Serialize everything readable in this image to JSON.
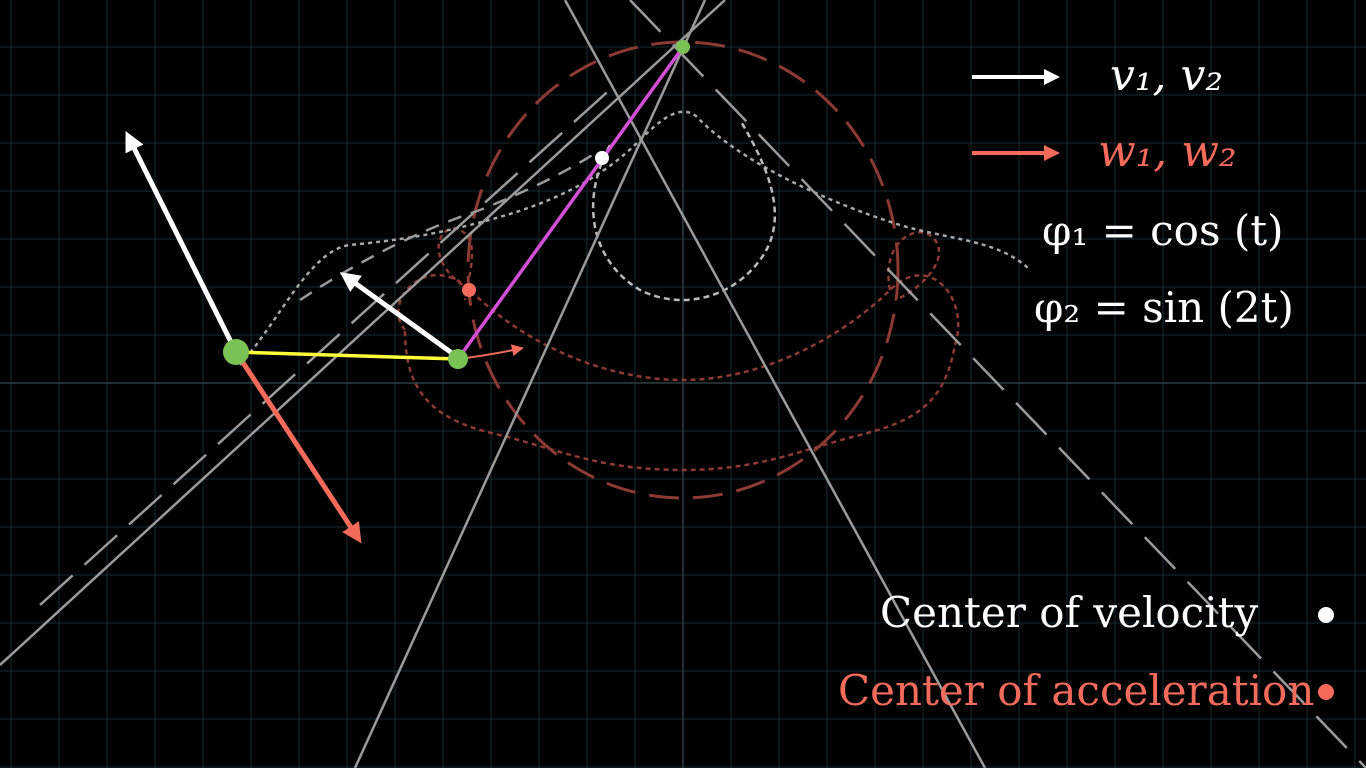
{
  "legend": {
    "v_label": "v₁, v₂",
    "w_label": "w₁, w₂"
  },
  "equations": {
    "phi1": "φ₁ = cos (t)",
    "phi2": "φ₂ = sin (2t)"
  },
  "centers": {
    "velocity_label": "Center of velocity",
    "acceleration_label": "Center of acceleration"
  },
  "colors": {
    "background": "#000000",
    "grid": "#1b2a2f",
    "velocity_vector": "#ffffff",
    "acceleration_vector": "#f46b5c",
    "link1": "#ffff3a",
    "link2": "#d24fd6",
    "joint": "#7bc254",
    "trace_red": "#8c3a33",
    "trace_gray": "#9a9a9a",
    "line_gray": "#9b9b9b"
  }
}
